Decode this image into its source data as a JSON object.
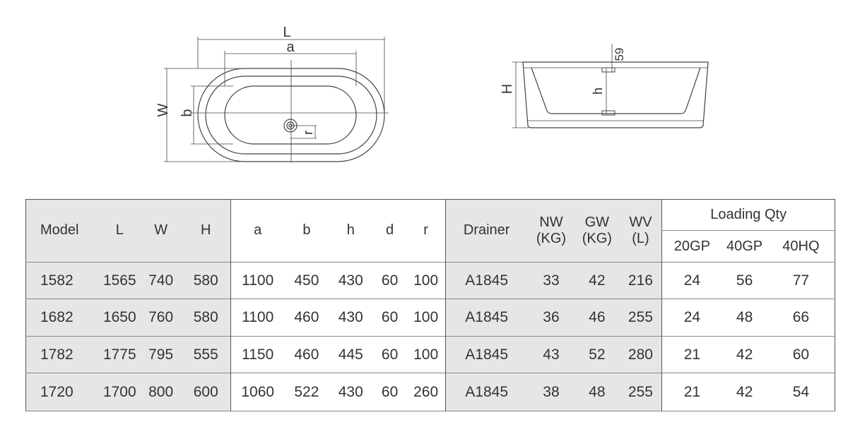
{
  "diagram": {
    "top_view": {
      "label_L": "L",
      "label_a": "a",
      "label_W": "W",
      "label_b": "b",
      "label_r": "r"
    },
    "side_view": {
      "label_H": "H",
      "label_h": "h",
      "label_59": "59"
    }
  },
  "table": {
    "header": {
      "model": "Model",
      "L": "L",
      "W": "W",
      "H": "H",
      "a": "a",
      "b": "b",
      "h": "h",
      "d": "d",
      "r": "r",
      "drainer": "Drainer",
      "nw_1": "NW",
      "nw_2": "(KG)",
      "gw_1": "GW",
      "gw_2": "(KG)",
      "wv_1": "WV",
      "wv_2": "(L)",
      "loading": "Loading Qty",
      "gp20": "20GP",
      "gp40": "40GP",
      "hq40": "40HQ"
    },
    "rows": [
      {
        "model": "1582",
        "L": "1565",
        "W": "740",
        "H": "580",
        "a": "1100",
        "b": "450",
        "h": "430",
        "d": "60",
        "r": "100",
        "drainer": "A1845",
        "nw": "33",
        "gw": "42",
        "wv": "216",
        "gp20": "24",
        "gp40": "56",
        "hq40": "77"
      },
      {
        "model": "1682",
        "L": "1650",
        "W": "760",
        "H": "580",
        "a": "1100",
        "b": "460",
        "h": "430",
        "d": "60",
        "r": "100",
        "drainer": "A1845",
        "nw": "36",
        "gw": "46",
        "wv": "255",
        "gp20": "24",
        "gp40": "48",
        "hq40": "66"
      },
      {
        "model": "1782",
        "L": "1775",
        "W": "795",
        "H": "555",
        "a": "1150",
        "b": "460",
        "h": "445",
        "d": "60",
        "r": "100",
        "drainer": "A1845",
        "nw": "43",
        "gw": "52",
        "wv": "280",
        "gp20": "21",
        "gp40": "42",
        "hq40": "60"
      },
      {
        "model": "1720",
        "L": "1700",
        "W": "800",
        "H": "600",
        "a": "1060",
        "b": "522",
        "h": "430",
        "d": "60",
        "r": "260",
        "drainer": "A1845",
        "nw": "38",
        "gw": "48",
        "wv": "255",
        "gp20": "21",
        "gp40": "42",
        "hq40": "54"
      }
    ]
  }
}
